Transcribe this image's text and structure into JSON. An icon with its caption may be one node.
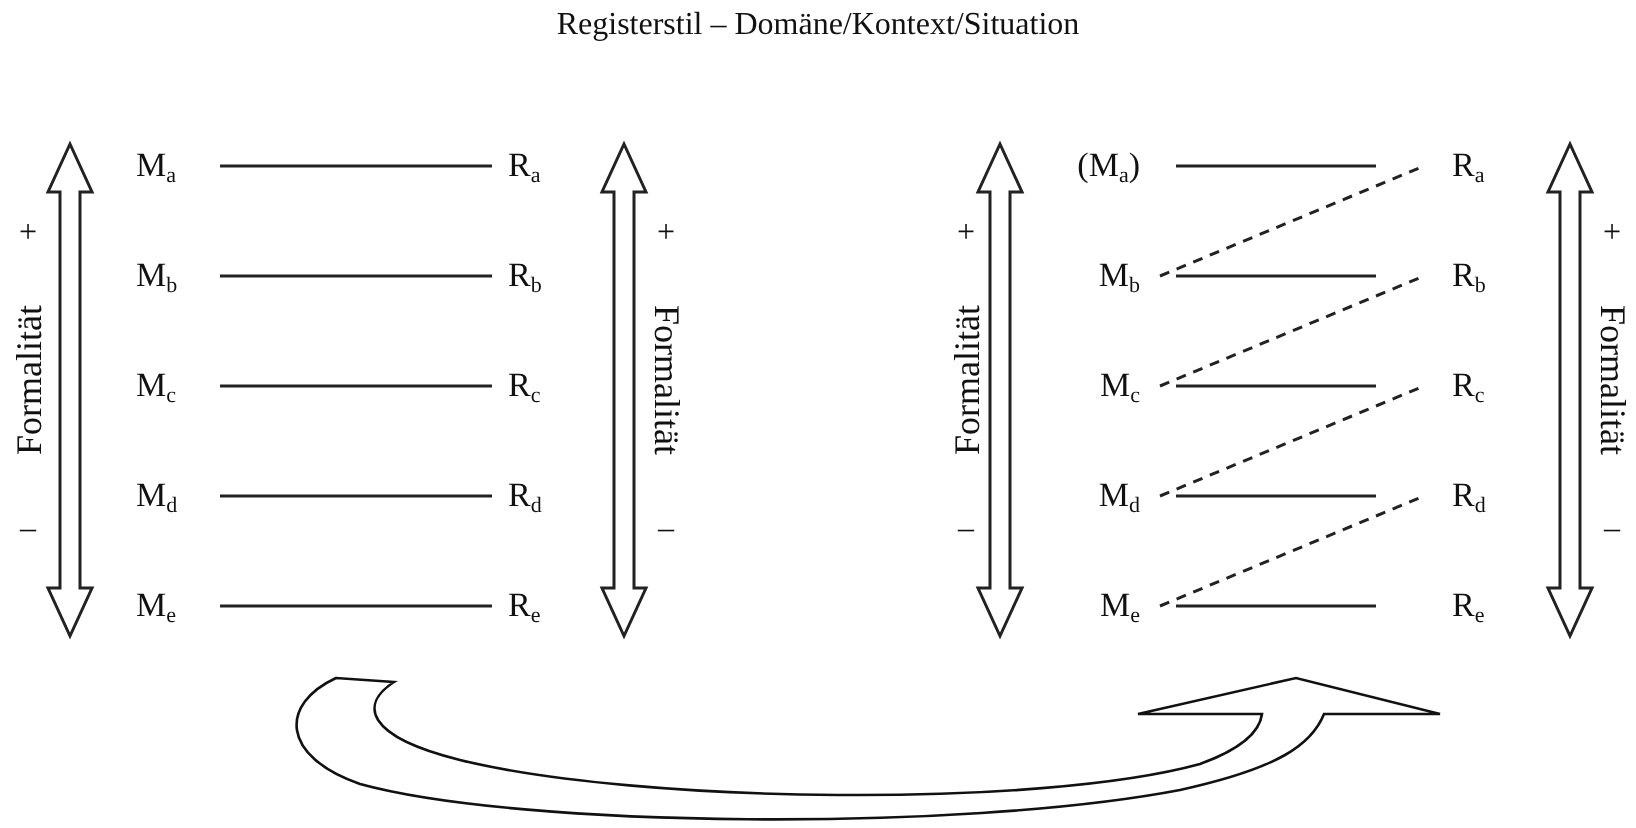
{
  "diagram": {
    "title": "Registerstil – Domäne/Kontext/Situation",
    "nodes": [
      {
        "text": [
          "M$_{a}$"
        ]
      },
      {
        "text": [
          "M$_{b}$"
        ]
      },
      {
        "text": [
          "M$_{c}$"
        ]
      },
      {
        "text": [
          "M$_{d}$"
        ]
      },
      {
        "text": [
          "M$_{e}$"
        ]
      },
      {
        "text": [
          "R$_{a}$"
        ]
      },
      {
        "text": [
          "R$_{b}$"
        ]
      },
      {
        "text": [
          "R$_{c}$"
        ]
      },
      {
        "text": [
          "R$_{d}$"
        ]
      },
      {
        "text": [
          "R$_{e}$"
        ]
      },
      {
        "text": [
          "(M$_{a}$)"
        ]
      },
      {
        "text": [
          "M$_{b}$"
        ]
      },
      {
        "text": [
          "M$_{c}$"
        ]
      },
      {
        "text": [
          "M$_{d}$"
        ]
      },
      {
        "text": [
          "M$_{e}$"
        ]
      },
      {
        "text": [
          "R$_{a}$"
        ]
      },
      {
        "text": [
          "R$_{b}$"
        ]
      },
      {
        "text": [
          "R$_{c}$"
        ]
      },
      {
        "text": [
          "R$_{d}$"
        ]
      },
      {
        "text": [
          "R$_{e}$"
        ]
      }
    ],
    "edges": [
      {
        "from": 0,
        "to": 5,
        "arrow": "none"
      },
      {
        "from": 1,
        "to": 6,
        "arrow": "none"
      },
      {
        "from": 2,
        "to": 7,
        "arrow": "none"
      },
      {
        "from": 3,
        "to": 8,
        "arrow": "none"
      },
      {
        "from": 4,
        "to": 9,
        "arrow": "none"
      },
      {
        "from": 10,
        "to": 15,
        "arrow": "none"
      },
      {
        "from": 11,
        "to": 16,
        "arrow": "none"
      },
      {
        "from": 12,
        "to": 17,
        "arrow": "none"
      },
      {
        "from": 13,
        "to": 18,
        "arrow": "none"
      },
      {
        "from": 14,
        "to": 19,
        "arrow": "none"
      },
      {
        "from": 11,
        "to": 15,
        "arrow": "none",
        "style": "dashed"
      },
      {
        "from": 12,
        "to": 16,
        "arrow": "none",
        "style": "dashed"
      },
      {
        "from": 13,
        "to": 17,
        "arrow": "none",
        "style": "dashed"
      },
      {
        "from": 14,
        "to": 18,
        "arrow": "none",
        "style": "dashed"
      }
    ],
    "labels": [
      "+",
      "Formalität",
      "–",
      "+",
      "Formalität",
      "–",
      "+",
      "Formalität",
      "–",
      "+",
      "Formalität",
      "–"
    ]
  }
}
